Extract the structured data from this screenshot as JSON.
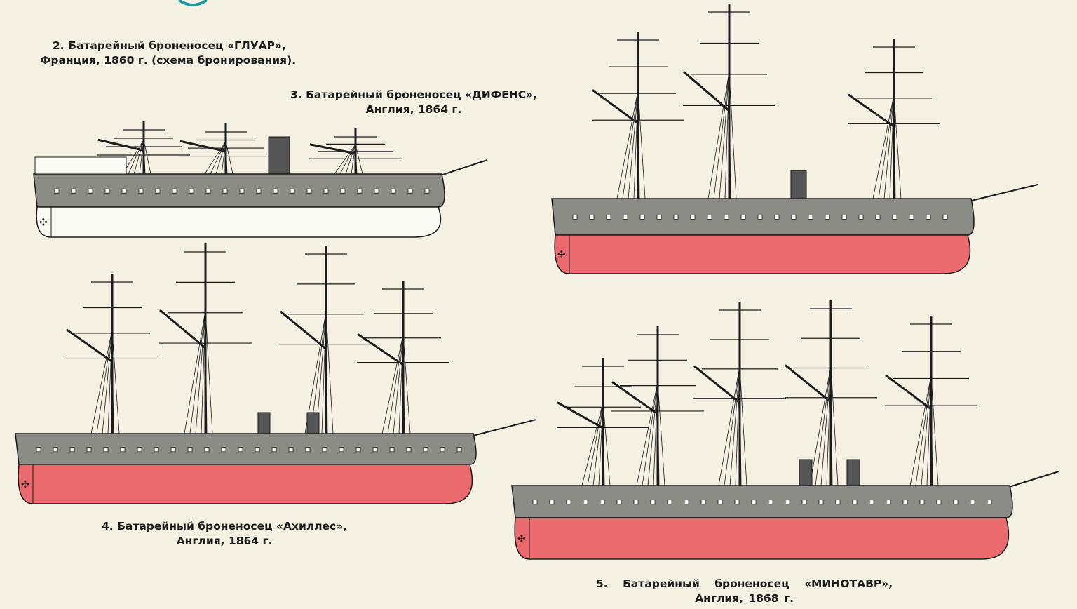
{
  "captions": {
    "ship2": {
      "line1": "2. Батарейный броненосец «ГЛУАР»,",
      "line2": "Франция, 1860 г. (схема бронирования)."
    },
    "ship3": {
      "line1": "3. Батарейный броненосец «ДИФЕНС»,",
      "line2": "Англия, 1864 г."
    },
    "ship4": {
      "line1": "4. Батарейный броненосец «Ахиллес»,",
      "line2": "Англия, 1864 г."
    },
    "ship5": {
      "line1": "5.  Батарейный  броненосец  «МИНОТАВР»,",
      "line2": "Англия, 1868 г."
    }
  },
  "colors": {
    "paper": "#f4f1e2",
    "hull_gray": "#8c8c86",
    "underwater_red": "#ea6a6e",
    "ink": "#1c1c1c",
    "white_hull": "#fbfbf6"
  }
}
